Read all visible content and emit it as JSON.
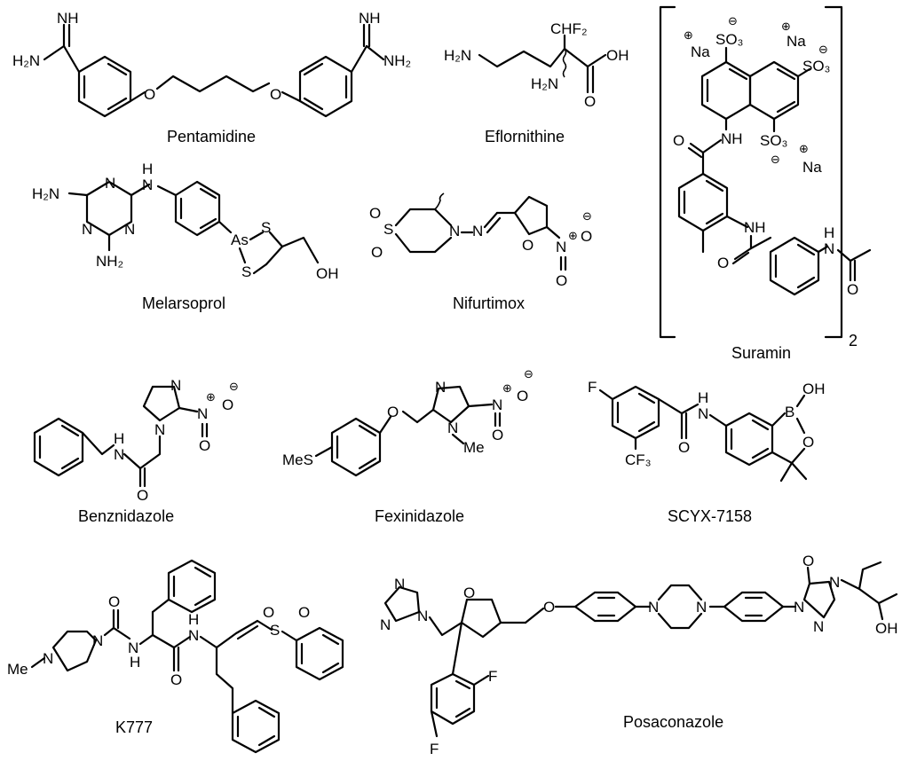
{
  "compounds": {
    "pentamidine": "Pentamidine",
    "eflornithine": "Eflornithine",
    "suramin": "Suramin",
    "melarsoprol": "Melarsoprol",
    "nifurtimox": "Nifurtimox",
    "benznidazole": "Benznidazole",
    "fexinidazole": "Fexinidazole",
    "scyx": "SCYX-7158",
    "k777": "K777",
    "posaconazole": "Posaconazole"
  },
  "suramin_multiplier": "2",
  "atoms": {
    "nh": "NH",
    "h2n": "H₂N",
    "nh2": "NH₂",
    "o": "O",
    "n": "N",
    "s": "S",
    "as": "As",
    "oh": "OH",
    "h": "H",
    "f": "F",
    "b": "B",
    "na": "Na",
    "so3": "SO₃",
    "chf2": "CHF₂",
    "cf3": "CF₃",
    "mes": "MeS",
    "me": "Me",
    "plus": "⊕",
    "minus": "⊖"
  }
}
